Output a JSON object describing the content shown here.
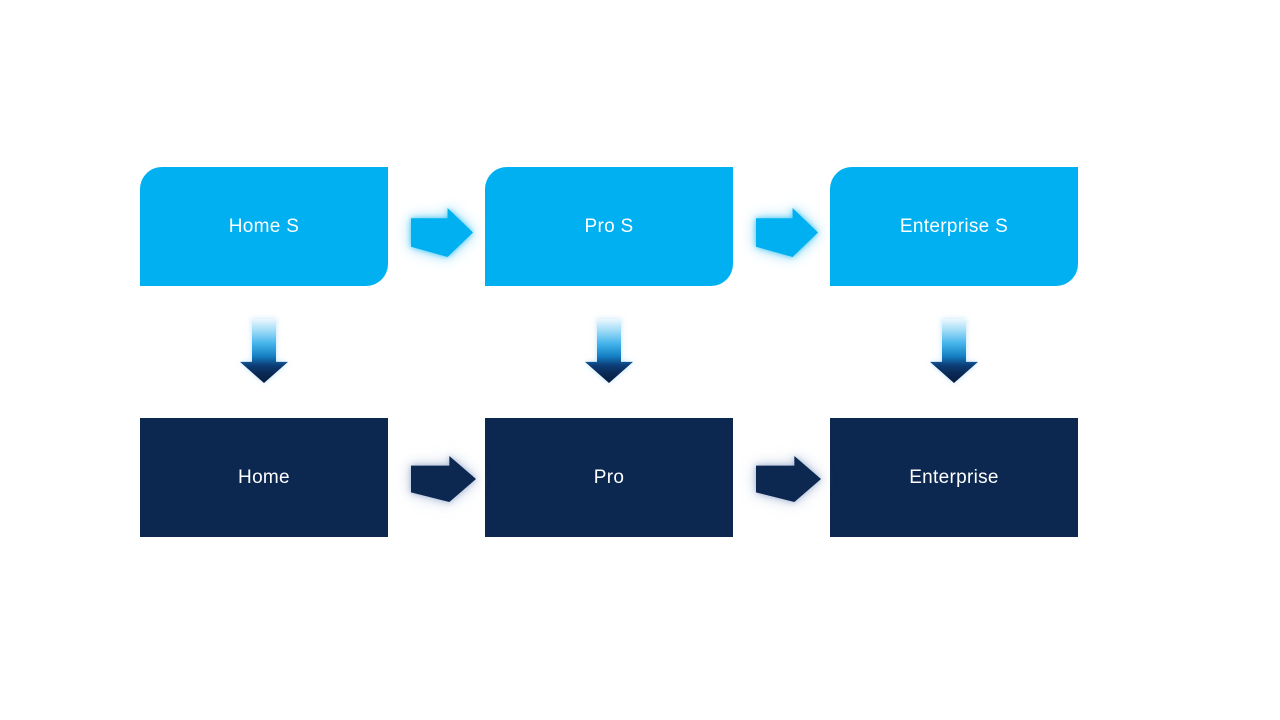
{
  "flow": {
    "top_row": {
      "items": [
        {
          "label": "Home S"
        },
        {
          "label": "Pro S"
        },
        {
          "label": "Enterprise S"
        }
      ]
    },
    "bottom_row": {
      "items": [
        {
          "label": "Home"
        },
        {
          "label": "Pro"
        },
        {
          "label": "Enterprise"
        }
      ]
    },
    "connectors": {
      "horizontal_top_icon": "block-right-arrow",
      "horizontal_bottom_icon": "block-right-arrow",
      "vertical_icon": "block-down-arrow"
    }
  },
  "colors": {
    "background": "#FFFFFF",
    "accent_light_blue": "#00B0F0",
    "accent_dark_navy": "#0C2750",
    "label_text": "#FFFFFF"
  }
}
